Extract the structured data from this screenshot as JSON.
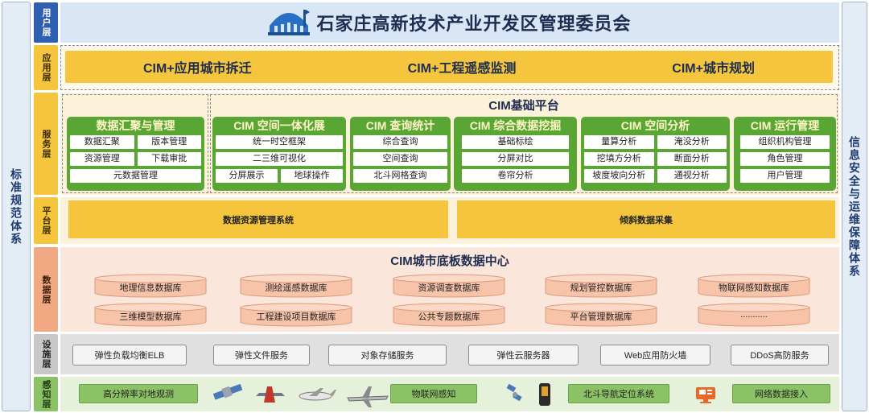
{
  "side_left": "标准规范体系",
  "side_right": "信息安全与运维保障体系",
  "layers": {
    "user": "用户层",
    "app": "应用层",
    "service": "服务层",
    "platform": "平台层",
    "data": "数据层",
    "infra": "设施层",
    "sense": "感知层"
  },
  "header_title": "石家庄高新技术产业开发区管理委员会",
  "applications": [
    "CIM+应用城市拆迁",
    "CIM+工程遥感监测",
    "CIM+城市规划"
  ],
  "base_platform_title": "CIM基础平台",
  "modules": [
    {
      "title": "数据汇聚与管理",
      "items": [
        "数据汇聚",
        "版本管理",
        "资源管理",
        "下载审批",
        "元数据管理"
      ]
    },
    {
      "title": "CIM 空间一体化展",
      "items": [
        "统一时空框架",
        "二三维可视化",
        "分屏展示",
        "地球操作"
      ]
    },
    {
      "title": "CIM 查询统计",
      "items": [
        "综合查询",
        "空间查询",
        "北斗网格查询"
      ]
    },
    {
      "title": "CIM 综合数据挖掘",
      "items": [
        "基础标绘",
        "分屏对比",
        "卷帘分析"
      ]
    },
    {
      "title": "CIM 空间分析",
      "items": [
        "量算分析",
        "淹没分析",
        "挖填方分析",
        "断面分析",
        "坡度坡向分析",
        "通视分析"
      ]
    },
    {
      "title": "CIM 运行管理",
      "items": [
        "组织机构管理",
        "角色管理",
        "用户管理"
      ]
    }
  ],
  "platform": [
    "数据资源管理系统",
    "倾斜数据采集"
  ],
  "data_center_title": "CIM城市底板数据中心",
  "databases": [
    "地理信息数据库",
    "测绘遥感数据库",
    "资源调查数据库",
    "规划管控数据库",
    "物联网感知数据库",
    "三维模型数据库",
    "工程建设项目数据库",
    "公共专题数据库",
    "平台管理数据库",
    "..........."
  ],
  "infrastructure": [
    "弹性负载均衡ELB",
    "弹性文件服务",
    "对象存储服务",
    "弹性云服务器",
    "Web应用防火墙",
    "DDoS高防服务"
  ],
  "sensing": [
    "高分辨率对地观测",
    "物联网感知",
    "北斗导航定位系统",
    "网络数据接入"
  ],
  "colors": {
    "layer_blue": "#2f5fb0",
    "yellow": "#f5c63d",
    "green": "#5aa634",
    "service_bg": "#fcf2d9",
    "data_bg": "#fbe6db",
    "sense_bg": "#e6f1dc"
  }
}
